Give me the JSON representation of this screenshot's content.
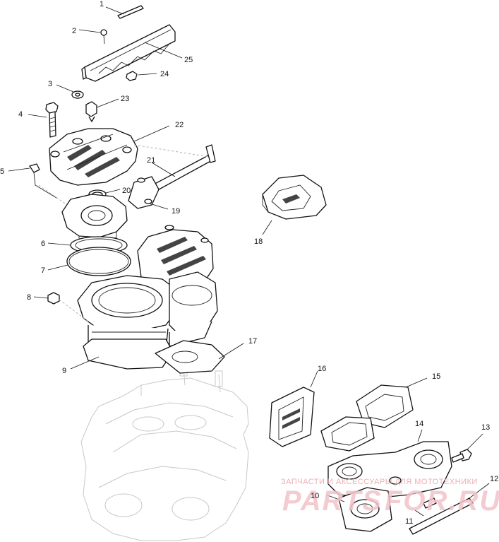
{
  "callouts": [
    "1",
    "2",
    "3",
    "4",
    "5",
    "6",
    "7",
    "8",
    "9",
    "10",
    "11",
    "12",
    "13",
    "14",
    "15",
    "16",
    "17",
    "18",
    "19",
    "20",
    "21",
    "22",
    "23",
    "24",
    "25"
  ],
  "watermark": {
    "caption": "ЗАПЧАСТИ И АКСЕССУАРЫ ДЛЯ МОТОТЕХНИКИ",
    "brand": "PARTS",
    "domain": "FOR.RU",
    "color": "#e87a86"
  }
}
